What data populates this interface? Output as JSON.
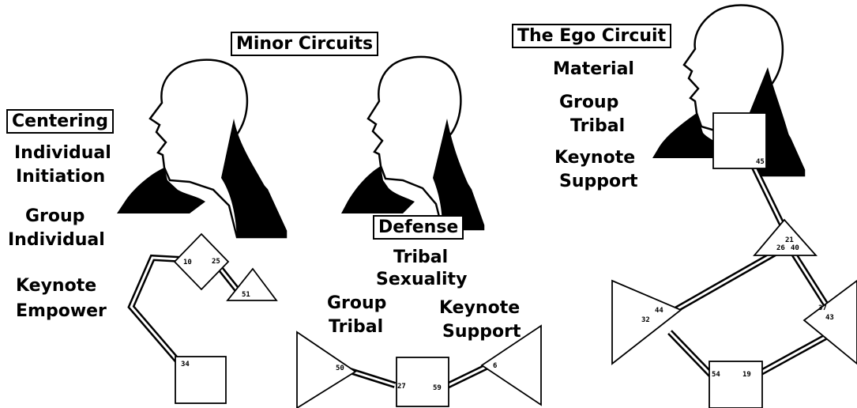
{
  "minor": {
    "title": "Minor Circuits",
    "centering": {
      "title": "Centering",
      "line1": "Individual",
      "line2": "Initiation",
      "line3": "Group",
      "line4": "Individual",
      "line5": "Keynote",
      "line6": "Empower",
      "gates": {
        "g10": "10",
        "g25": "25",
        "g51": "51",
        "g34": "34"
      }
    },
    "defense": {
      "title": "Defense",
      "line1": "Tribal",
      "line2": "Sexuality",
      "left1": "Group",
      "left2": "Tribal",
      "right1": "Keynote",
      "right2": "Support",
      "gates": {
        "g50": "50",
        "g27": "27",
        "g59": "59",
        "g6": "6"
      }
    }
  },
  "ego": {
    "title": "The Ego Circuit",
    "line1": "Material",
    "line2": "Group",
    "line3": "Tribal",
    "line4": "Keynote",
    "line5": "Support",
    "gates": {
      "g45": "45",
      "g21": "21",
      "g26": "26",
      "g40": "40",
      "g44": "44",
      "g32": "32",
      "g37": "37",
      "g43": "43",
      "g54": "54",
      "g19": "19"
    }
  },
  "colors": {
    "ink": "#000000",
    "background": "#ffffff"
  }
}
